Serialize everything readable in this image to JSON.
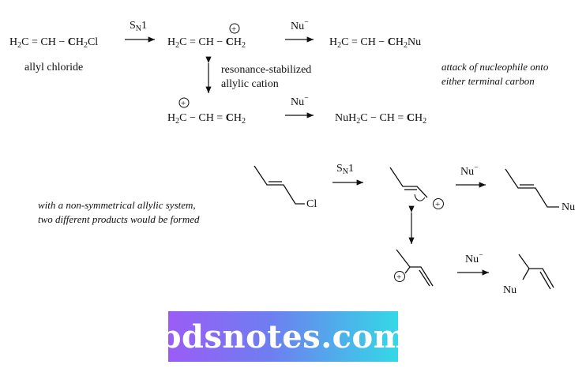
{
  "text": {
    "allyl_chloride": "allyl chloride",
    "resonance_line1": "resonance-stabilized",
    "resonance_line2": "allylic cation",
    "attack_line1": "attack of nucleophile onto",
    "attack_line2": "either terminal carbon",
    "nonsym_line1": "with a non-symmetrical allylic system,",
    "nonsym_line2": "two different products would be formed",
    "cl": "Cl",
    "nu": "Nu",
    "plus": "+"
  },
  "reagents": {
    "sn1": "S",
    "sn1_sub": "N",
    "sn1_tail": "1",
    "nu_minus": "Nu",
    "minus": "−"
  },
  "watermark": {
    "label": "bdsnotes.com",
    "color_start": "#9b5cf6",
    "color_end": "#34d8e6"
  }
}
